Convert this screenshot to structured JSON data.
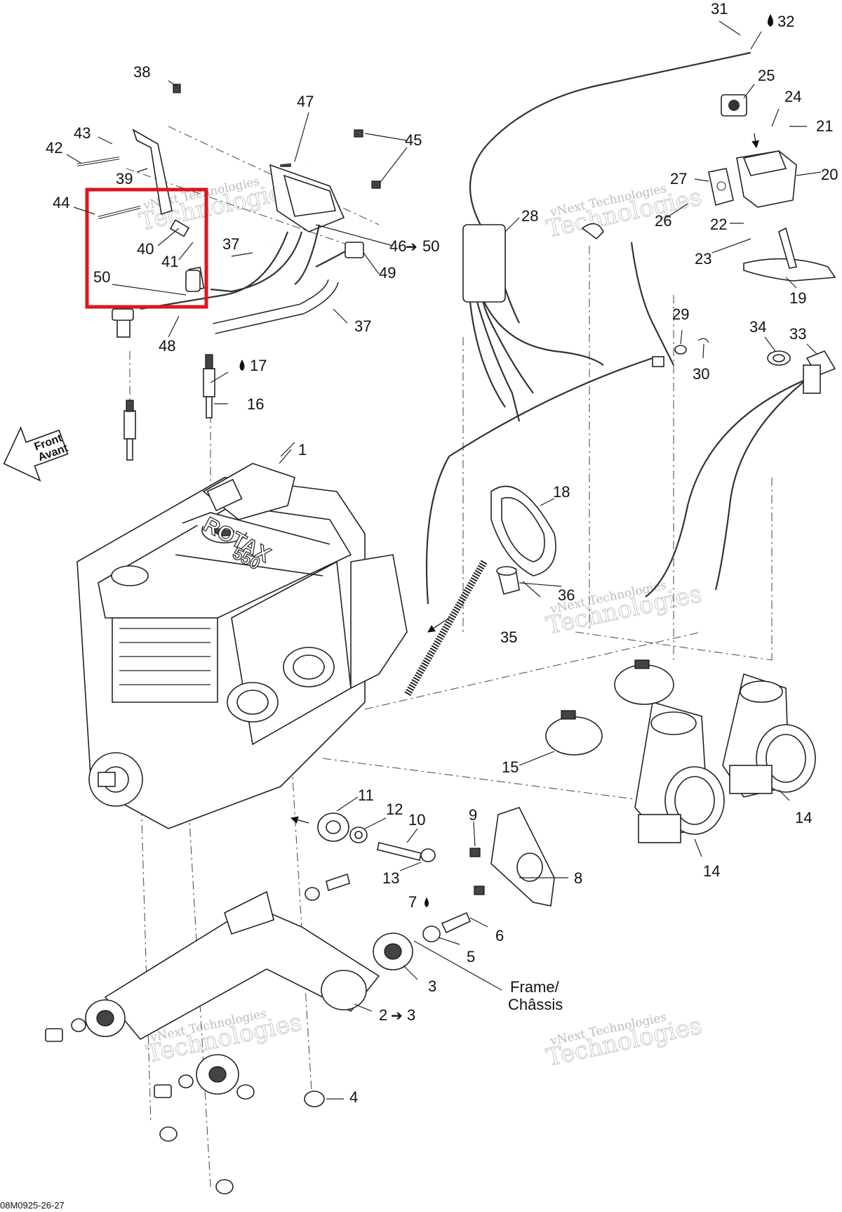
{
  "diagram": {
    "watermark_line1": "vNext Technologies",
    "watermark_line2": "Technologies",
    "footer_code": "08M0925-26-27",
    "front_label_1": "Front",
    "front_label_2": "Avant",
    "engine_brand": "ROTAX",
    "engine_model": "550",
    "frame_label_1": "Frame/",
    "frame_label_2": "Châssis",
    "highlight_color": "#e0141e",
    "callouts": {
      "c1": "1",
      "c2": "2",
      "c2to": "3",
      "c3": "3",
      "c4": "4",
      "c5": "5",
      "c6": "6",
      "c7": "7",
      "c8": "8",
      "c9": "9",
      "c10": "10",
      "c11": "11",
      "c12": "12",
      "c13": "13",
      "c14a": "14",
      "c14b": "14",
      "c15": "15",
      "c16": "16",
      "c17": "17",
      "c18": "18",
      "c19": "19",
      "c20": "20",
      "c21": "21",
      "c22": "22",
      "c23": "23",
      "c24": "24",
      "c25": "25",
      "c26": "26",
      "c27": "27",
      "c28": "28",
      "c29": "29",
      "c30": "30",
      "c31": "31",
      "c32": "32",
      "c33": "33",
      "c34": "34",
      "c35": "35",
      "c36": "36",
      "c37a": "37",
      "c37b": "37",
      "c38": "38",
      "c39": "39",
      "c40": "40",
      "c41": "41",
      "c42": "42",
      "c43": "43",
      "c44": "44",
      "c45": "45",
      "c46": "46",
      "c46to": "50",
      "c47": "47",
      "c48": "48",
      "c49": "49",
      "c50": "50"
    }
  }
}
